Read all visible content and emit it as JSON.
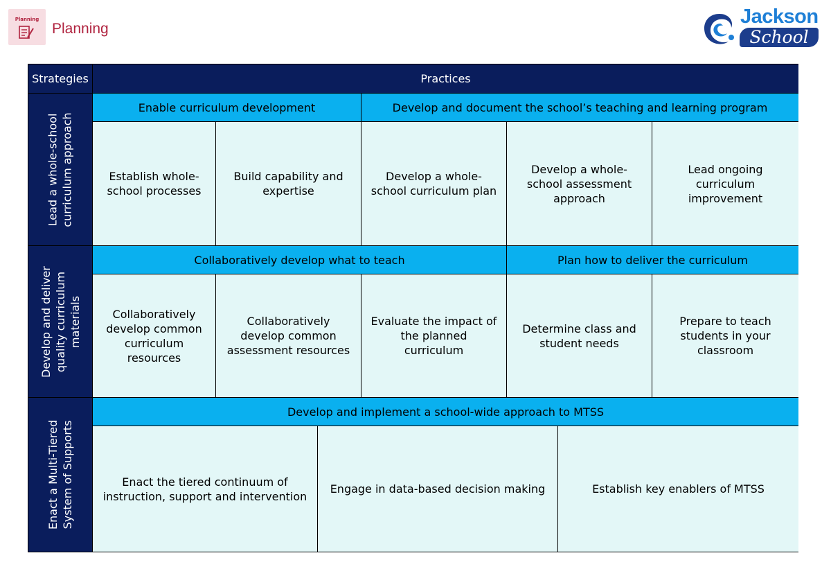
{
  "header": {
    "badge_label": "Planning",
    "title": "Planning",
    "logo_top": "Jackson",
    "logo_bottom": "School"
  },
  "table": {
    "col_headers": {
      "strategies": "Strategies",
      "practices": "Practices"
    },
    "rows": [
      {
        "strategy_line1": "Lead a whole-school",
        "strategy_line2": "curriculum approach",
        "groups": [
          "Enable curriculum development",
          "Develop and document the school’s teaching and learning program"
        ],
        "practices": [
          "Establish whole-school processes",
          "Build capability and expertise",
          "Develop a whole-school curriculum plan",
          "Develop a whole-school assessment approach",
          "Lead ongoing curriculum improvement"
        ]
      },
      {
        "strategy_line1": "Develop and deliver",
        "strategy_line2": "quality curriculum",
        "strategy_line3": "materials",
        "groups": [
          "Collaboratively develop what to teach",
          "Plan how to deliver the curriculum"
        ],
        "practices": [
          "Collaboratively develop common curriculum resources",
          "Collaboratively develop common assessment resources",
          "Evaluate the impact of the planned curriculum",
          "Determine class and student needs",
          "Prepare to teach students in your classroom"
        ]
      },
      {
        "strategy_line1": "Enact a Multi-Tiered",
        "strategy_line2": "System of Supports",
        "groups": [
          "Develop and implement a school-wide approach to MTSS"
        ],
        "practices": [
          "Enact the tiered continuum of instruction, support and intervention",
          "Engage in data-based decision making",
          "Establish key enablers of MTSS"
        ]
      }
    ]
  },
  "colors": {
    "dark_header": "#0a1d5c",
    "group_blue": "#0ab0ef",
    "practice_bg": "#e3f7f7",
    "brand_red": "#b0233f"
  },
  "icons": {
    "badge": "planning-document-icon",
    "logo": "jackson-school-logo"
  }
}
